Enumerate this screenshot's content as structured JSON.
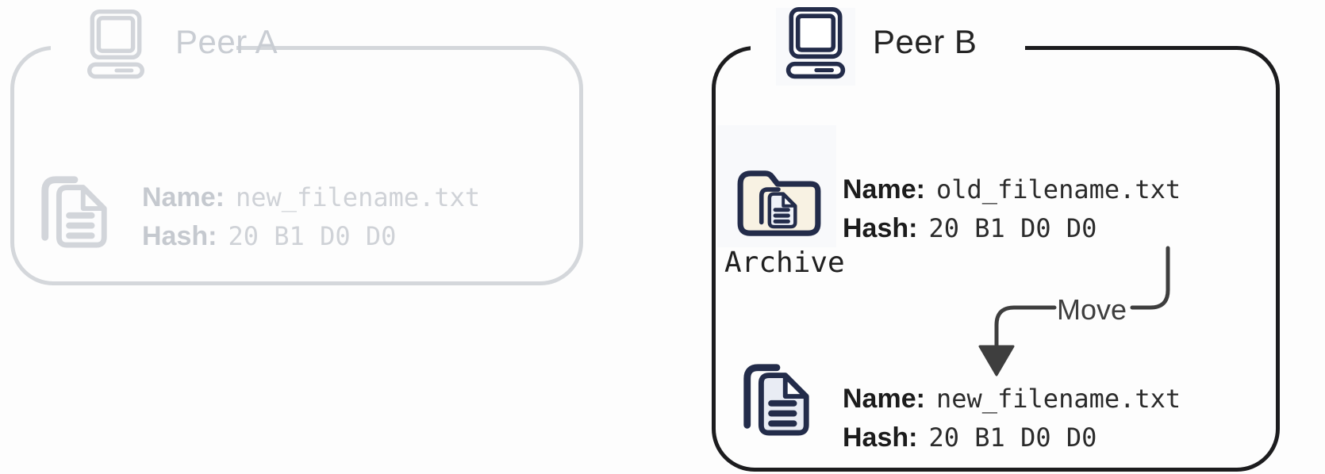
{
  "diagram": {
    "peer_a": {
      "title": "Peer A",
      "state": "faded (inactive peer)",
      "file_entry": {
        "name_label": "Name:",
        "name_value": "new_filename.txt",
        "hash_label": "Hash:",
        "hash_value": "20 B1 D0 D0"
      }
    },
    "peer_b": {
      "title": "Peer B",
      "archive_entry": {
        "name_label": "Name:",
        "name_value": "old_filename.txt",
        "hash_label": "Hash:",
        "hash_value": "20 B1 D0 D0"
      },
      "archive_caption": "Archive",
      "move_label": "Move",
      "new_entry": {
        "name_label": "Name:",
        "name_value": "new_filename.txt",
        "hash_label": "Hash:",
        "hash_value": "20 B1 D0 D0"
      }
    },
    "icons": {
      "peer_icon": "computer-icon",
      "file_icon": "files-icon",
      "folder_icon": "folder-with-file-icon",
      "arrow": "elbow-arrow-down"
    },
    "colors": {
      "faded_gray": "#d2d5da",
      "navy": "#232c4a",
      "box_border_active": "#1c1c1e",
      "arrow_gray": "#3e3e3e",
      "folder_fill": "#f8f2e3",
      "file_fill": "#e9ecf4"
    }
  }
}
